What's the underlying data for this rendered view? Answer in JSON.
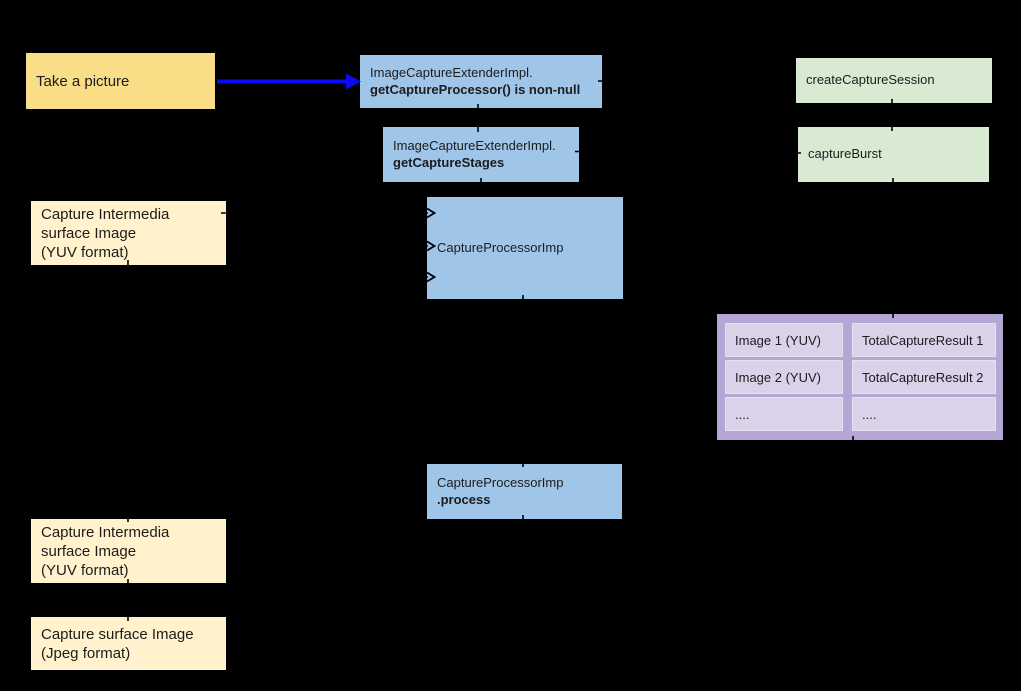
{
  "diagram": {
    "take_picture": {
      "label": "Take a picture"
    },
    "extender_processor": {
      "line1": "ImageCaptureExtenderImpl.",
      "line2": "getCaptureProcessor() is non-null"
    },
    "extender_stages": {
      "line1": "ImageCaptureExtenderImpl.",
      "line2": "getCaptureStages"
    },
    "create_capture_session": {
      "label": "createCaptureSession"
    },
    "capture_burst": {
      "label": "captureBurst"
    },
    "intermedia_surface_top": {
      "line1": "Capture Intermedia",
      "line2": "surface Image",
      "line3": "(YUV format)"
    },
    "capture_processor": {
      "label": "CaptureProcessorImp"
    },
    "result_table": {
      "rows": [
        [
          "Image 1 (YUV)",
          "TotalCaptureResult 1"
        ],
        [
          "Image 2 (YUV)",
          "TotalCaptureResult 2"
        ],
        [
          "....",
          "...."
        ]
      ]
    },
    "processor_process": {
      "line1": "CaptureProcessorImp",
      "line2": ".process"
    },
    "intermedia_surface_bottom": {
      "line1": "Capture Intermedia",
      "line2": "surface Image",
      "line3": "(YUV format)"
    },
    "capture_surface_jpeg": {
      "line1": "Capture surface Image",
      "line2": "(Jpeg format)"
    }
  },
  "colors": {
    "background": "#000000",
    "gold_box": "#fadd87",
    "pale_yellow_box": "#fff2cc",
    "blue_box": "#9fc5e8",
    "green_box": "#d9ead3",
    "purple_frame": "#b4a7d6",
    "purple_cell": "#d9d2e9",
    "arrow_blue": "#0b0bf2",
    "connector_black": "#000000",
    "text": "#1c1c1c"
  }
}
